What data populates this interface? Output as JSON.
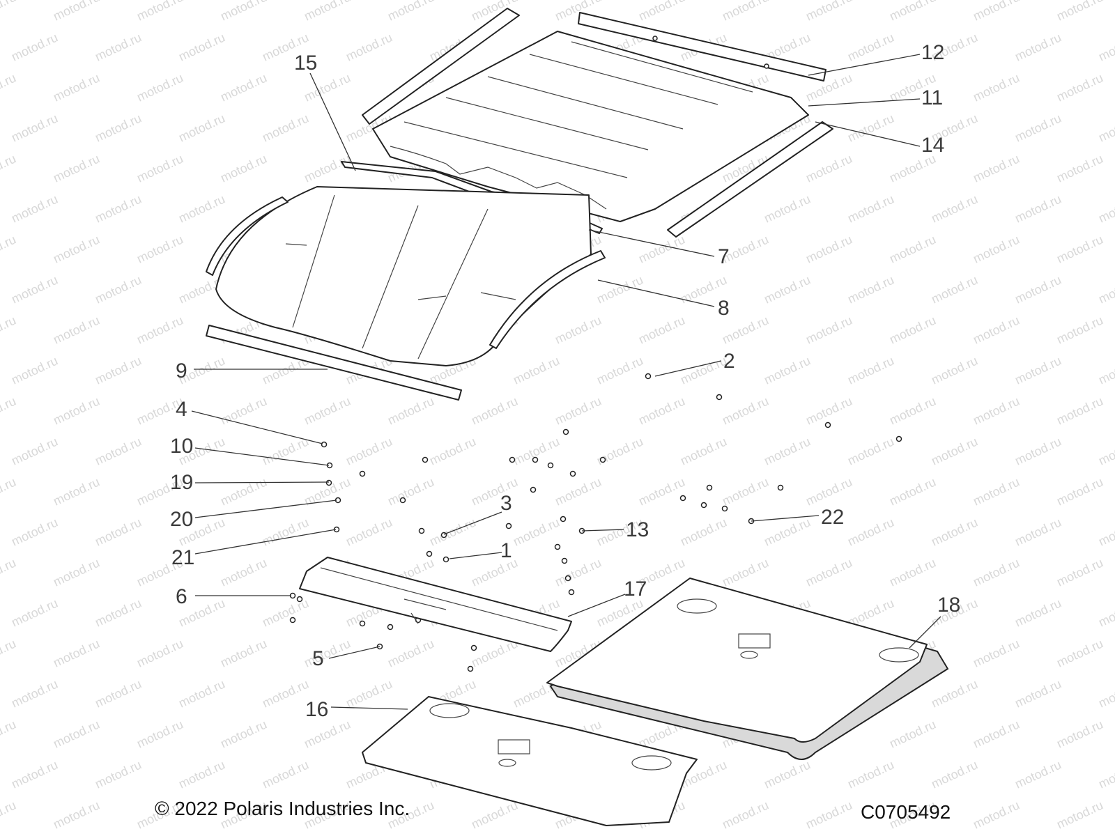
{
  "watermark": "motod.ru",
  "callouts": {
    "c1": "1",
    "c2": "2",
    "c3": "3",
    "c4": "4",
    "c5": "5",
    "c6": "6",
    "c7": "7",
    "c8": "8",
    "c9": "9",
    "c10": "10",
    "c11": "11",
    "c12": "12",
    "c13": "13",
    "c14": "14",
    "c15": "15",
    "c16": "16",
    "c17": "17",
    "c18": "18",
    "c19": "19",
    "c20": "20",
    "c21": "21",
    "c22": "22"
  },
  "footer": {
    "copyright": "© 2022 Polaris Industries Inc.",
    "diagram_code": "C0705492"
  }
}
